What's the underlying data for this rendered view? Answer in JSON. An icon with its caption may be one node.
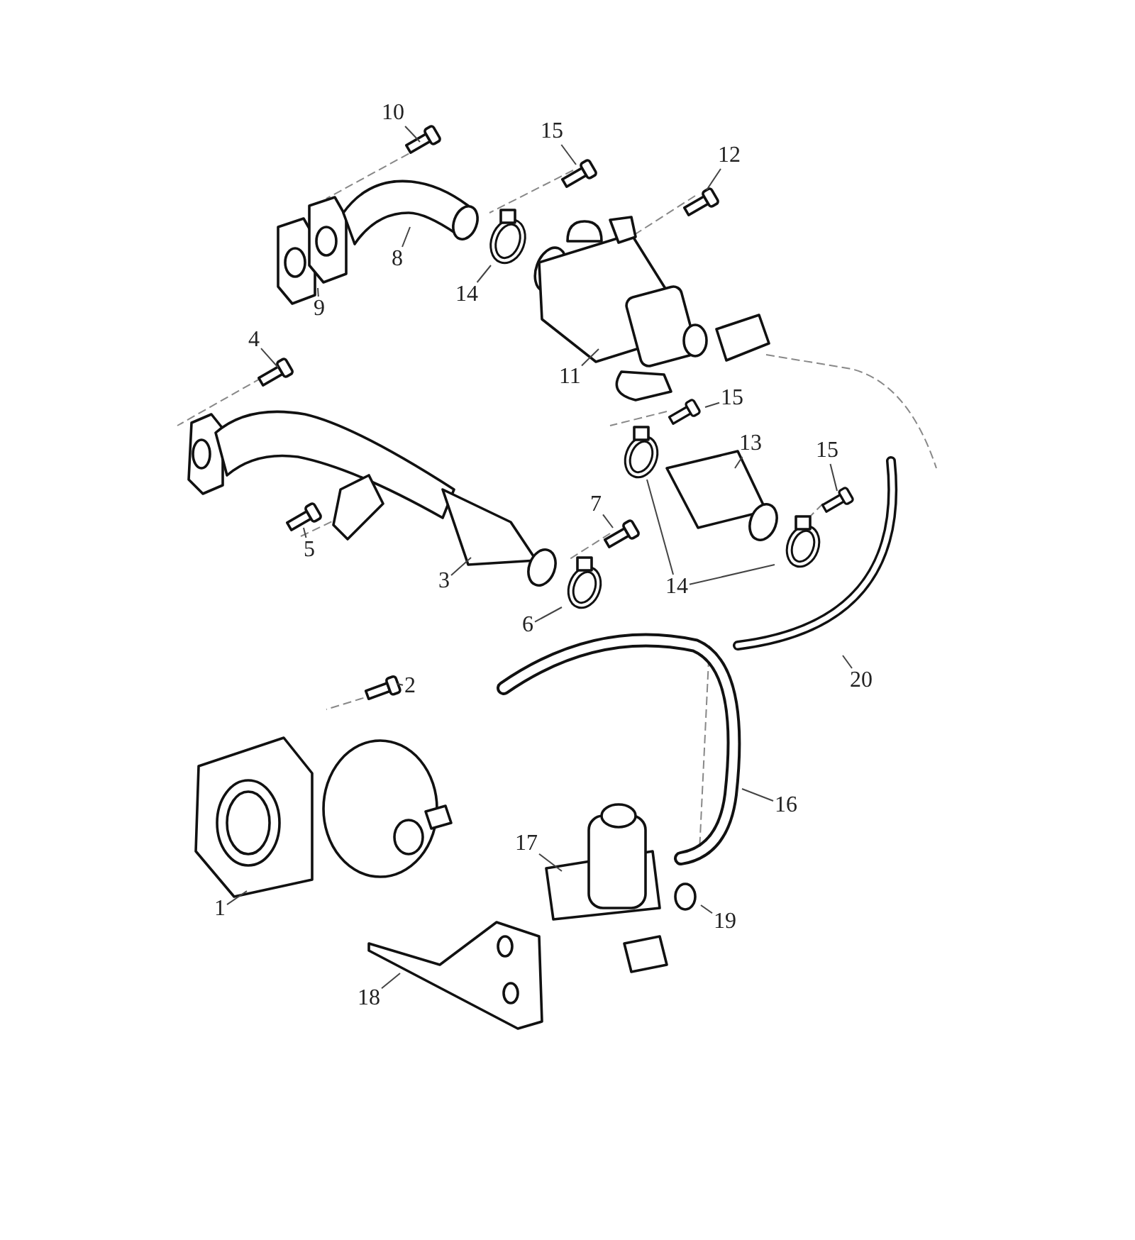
{
  "diagram": {
    "nodes": [
      {
        "text": [
          "10"
        ]
      },
      {
        "text": [
          "15"
        ]
      },
      {
        "text": [
          "12"
        ]
      },
      {
        "text": [
          "8"
        ]
      },
      {
        "text": [
          "9"
        ]
      },
      {
        "text": [
          "14"
        ]
      },
      {
        "text": [
          "11"
        ]
      },
      {
        "text": [
          "4"
        ]
      },
      {
        "text": [
          "15"
        ]
      },
      {
        "text": [
          "13"
        ]
      },
      {
        "text": [
          "15"
        ]
      },
      {
        "text": [
          "7"
        ]
      },
      {
        "text": [
          "5"
        ]
      },
      {
        "text": [
          "3"
        ]
      },
      {
        "text": [
          "14"
        ]
      },
      {
        "text": [
          "6"
        ]
      },
      {
        "text": [
          "20"
        ]
      },
      {
        "text": [
          "2"
        ]
      },
      {
        "text": [
          "16"
        ]
      },
      {
        "text": [
          "1"
        ]
      },
      {
        "text": [
          "17"
        ]
      },
      {
        "text": [
          "19"
        ]
      },
      {
        "text": [
          "18"
        ]
      }
    ],
    "edges": [
      {
        "from": 0,
        "to": null,
        "arrow": "none"
      },
      {
        "from": 1,
        "to": null,
        "arrow": "none"
      },
      {
        "from": 2,
        "to": null,
        "arrow": "none"
      },
      {
        "from": 3,
        "to": null,
        "arrow": "none"
      },
      {
        "from": 4,
        "to": null,
        "arrow": "none"
      },
      {
        "from": 5,
        "to": null,
        "arrow": "none"
      },
      {
        "from": 6,
        "to": null,
        "arrow": "none"
      },
      {
        "from": 7,
        "to": null,
        "arrow": "none"
      },
      {
        "from": 8,
        "to": null,
        "arrow": "none"
      },
      {
        "from": 9,
        "to": null,
        "arrow": "none"
      },
      {
        "from": 10,
        "to": null,
        "arrow": "none"
      },
      {
        "from": 11,
        "to": null,
        "arrow": "none"
      },
      {
        "from": 12,
        "to": null,
        "arrow": "none"
      },
      {
        "from": 13,
        "to": null,
        "arrow": "none"
      },
      {
        "from": 14,
        "to": null,
        "arrow": "none"
      },
      {
        "from": 14,
        "to": null,
        "arrow": "none"
      },
      {
        "from": 15,
        "to": null,
        "arrow": "none"
      },
      {
        "from": 16,
        "to": null,
        "arrow": "none"
      },
      {
        "from": 17,
        "to": null,
        "arrow": "none"
      },
      {
        "from": 18,
        "to": null,
        "arrow": "none"
      },
      {
        "from": 19,
        "to": null,
        "arrow": "none"
      },
      {
        "from": 20,
        "to": null,
        "arrow": "none"
      },
      {
        "from": 21,
        "to": null,
        "arrow": "none"
      },
      {
        "from": 22,
        "to": null,
        "arrow": "none"
      }
    ]
  }
}
